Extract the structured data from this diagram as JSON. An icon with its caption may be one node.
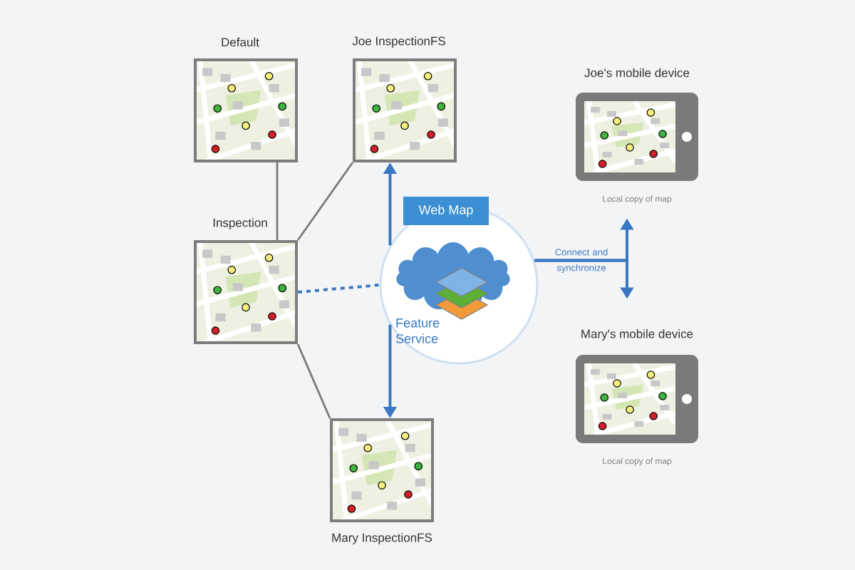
{
  "diagram": {
    "nodes": [
      {
        "text": [
          "Default"
        ]
      },
      {
        "text": [
          "Joe InspectionFS"
        ]
      },
      {
        "text": [
          "Inspection"
        ]
      },
      {
        "text": [
          "Mary InspectionFS"
        ]
      },
      {
        "text": [
          "Web Map"
        ]
      },
      {
        "text": [
          "Feature Service"
        ]
      },
      {
        "text": [
          "Joe's mobile device"
        ],
        "beside": [
          "Local copy of map"
        ]
      },
      {
        "text": [
          "Mary's mobile device"
        ],
        "beside": [
          "Local copy of map"
        ]
      }
    ],
    "edges": [
      {
        "from": 0,
        "to": 2,
        "arrow": "none",
        "color": "#7a7a7a"
      },
      {
        "from": 2,
        "to": 1,
        "arrow": "none",
        "color": "#7a7a7a"
      },
      {
        "from": 2,
        "to": 3,
        "arrow": "none",
        "color": "#7a7a7a"
      },
      {
        "from": 2,
        "to": 5,
        "arrow": "none",
        "style": "dashed"
      },
      {
        "from": 5,
        "to": 1,
        "arrow": "to"
      },
      {
        "from": 5,
        "to": 3,
        "arrow": "to"
      },
      {
        "from": 5,
        "to": 6,
        "arrow": "to",
        "label": "Connect and synchronize"
      },
      {
        "from": 5,
        "to": 7,
        "arrow": "to"
      }
    ]
  }
}
